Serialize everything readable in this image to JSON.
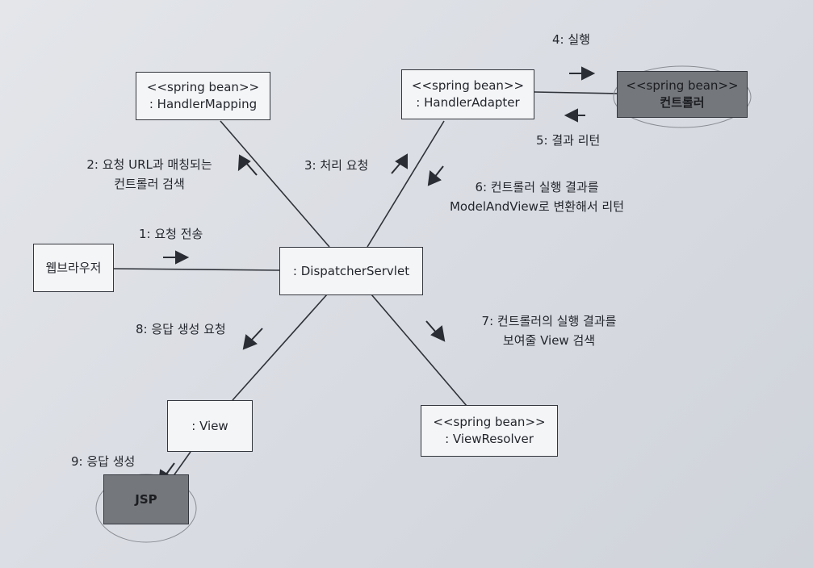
{
  "nodes": {
    "handler_mapping": {
      "stereotype": "<<spring bean>>",
      "name": ": HandlerMapping"
    },
    "handler_adapter": {
      "stereotype": "<<spring bean>>",
      "name": ": HandlerAdapter"
    },
    "controller": {
      "stereotype": "<<spring bean>>",
      "name": "컨트롤러"
    },
    "browser": {
      "name": "웹브라우저"
    },
    "dispatcher": {
      "name": ": DispatcherServlet"
    },
    "view": {
      "name": ": View"
    },
    "view_resolver": {
      "stereotype": "<<spring bean>>",
      "name": ": ViewResolver"
    },
    "jsp": {
      "name": "JSP"
    }
  },
  "steps": {
    "s1": "1: 요청 전송",
    "s2_line1": "2: 요청 URL과 매칭되는",
    "s2_line2": "컨트롤러 검색",
    "s3": "3: 처리 요청",
    "s4": "4: 실행",
    "s5": "5: 결과 리턴",
    "s6_line1": "6: 컨트롤러 실행 결과를",
    "s6_line2": "ModelAndView로 변환해서 리턴",
    "s7_line1": "7: 컨트롤러의 실행 결과를",
    "s7_line2": "보여줄 View 검색",
    "s8": "8: 응답 생성 요청",
    "s9": "9: 응답 생성"
  },
  "colors": {
    "line": "#2f3238",
    "arrow": "#2a2d33",
    "box_fill": "#f4f5f7",
    "dark_box_fill": "#74777c"
  }
}
